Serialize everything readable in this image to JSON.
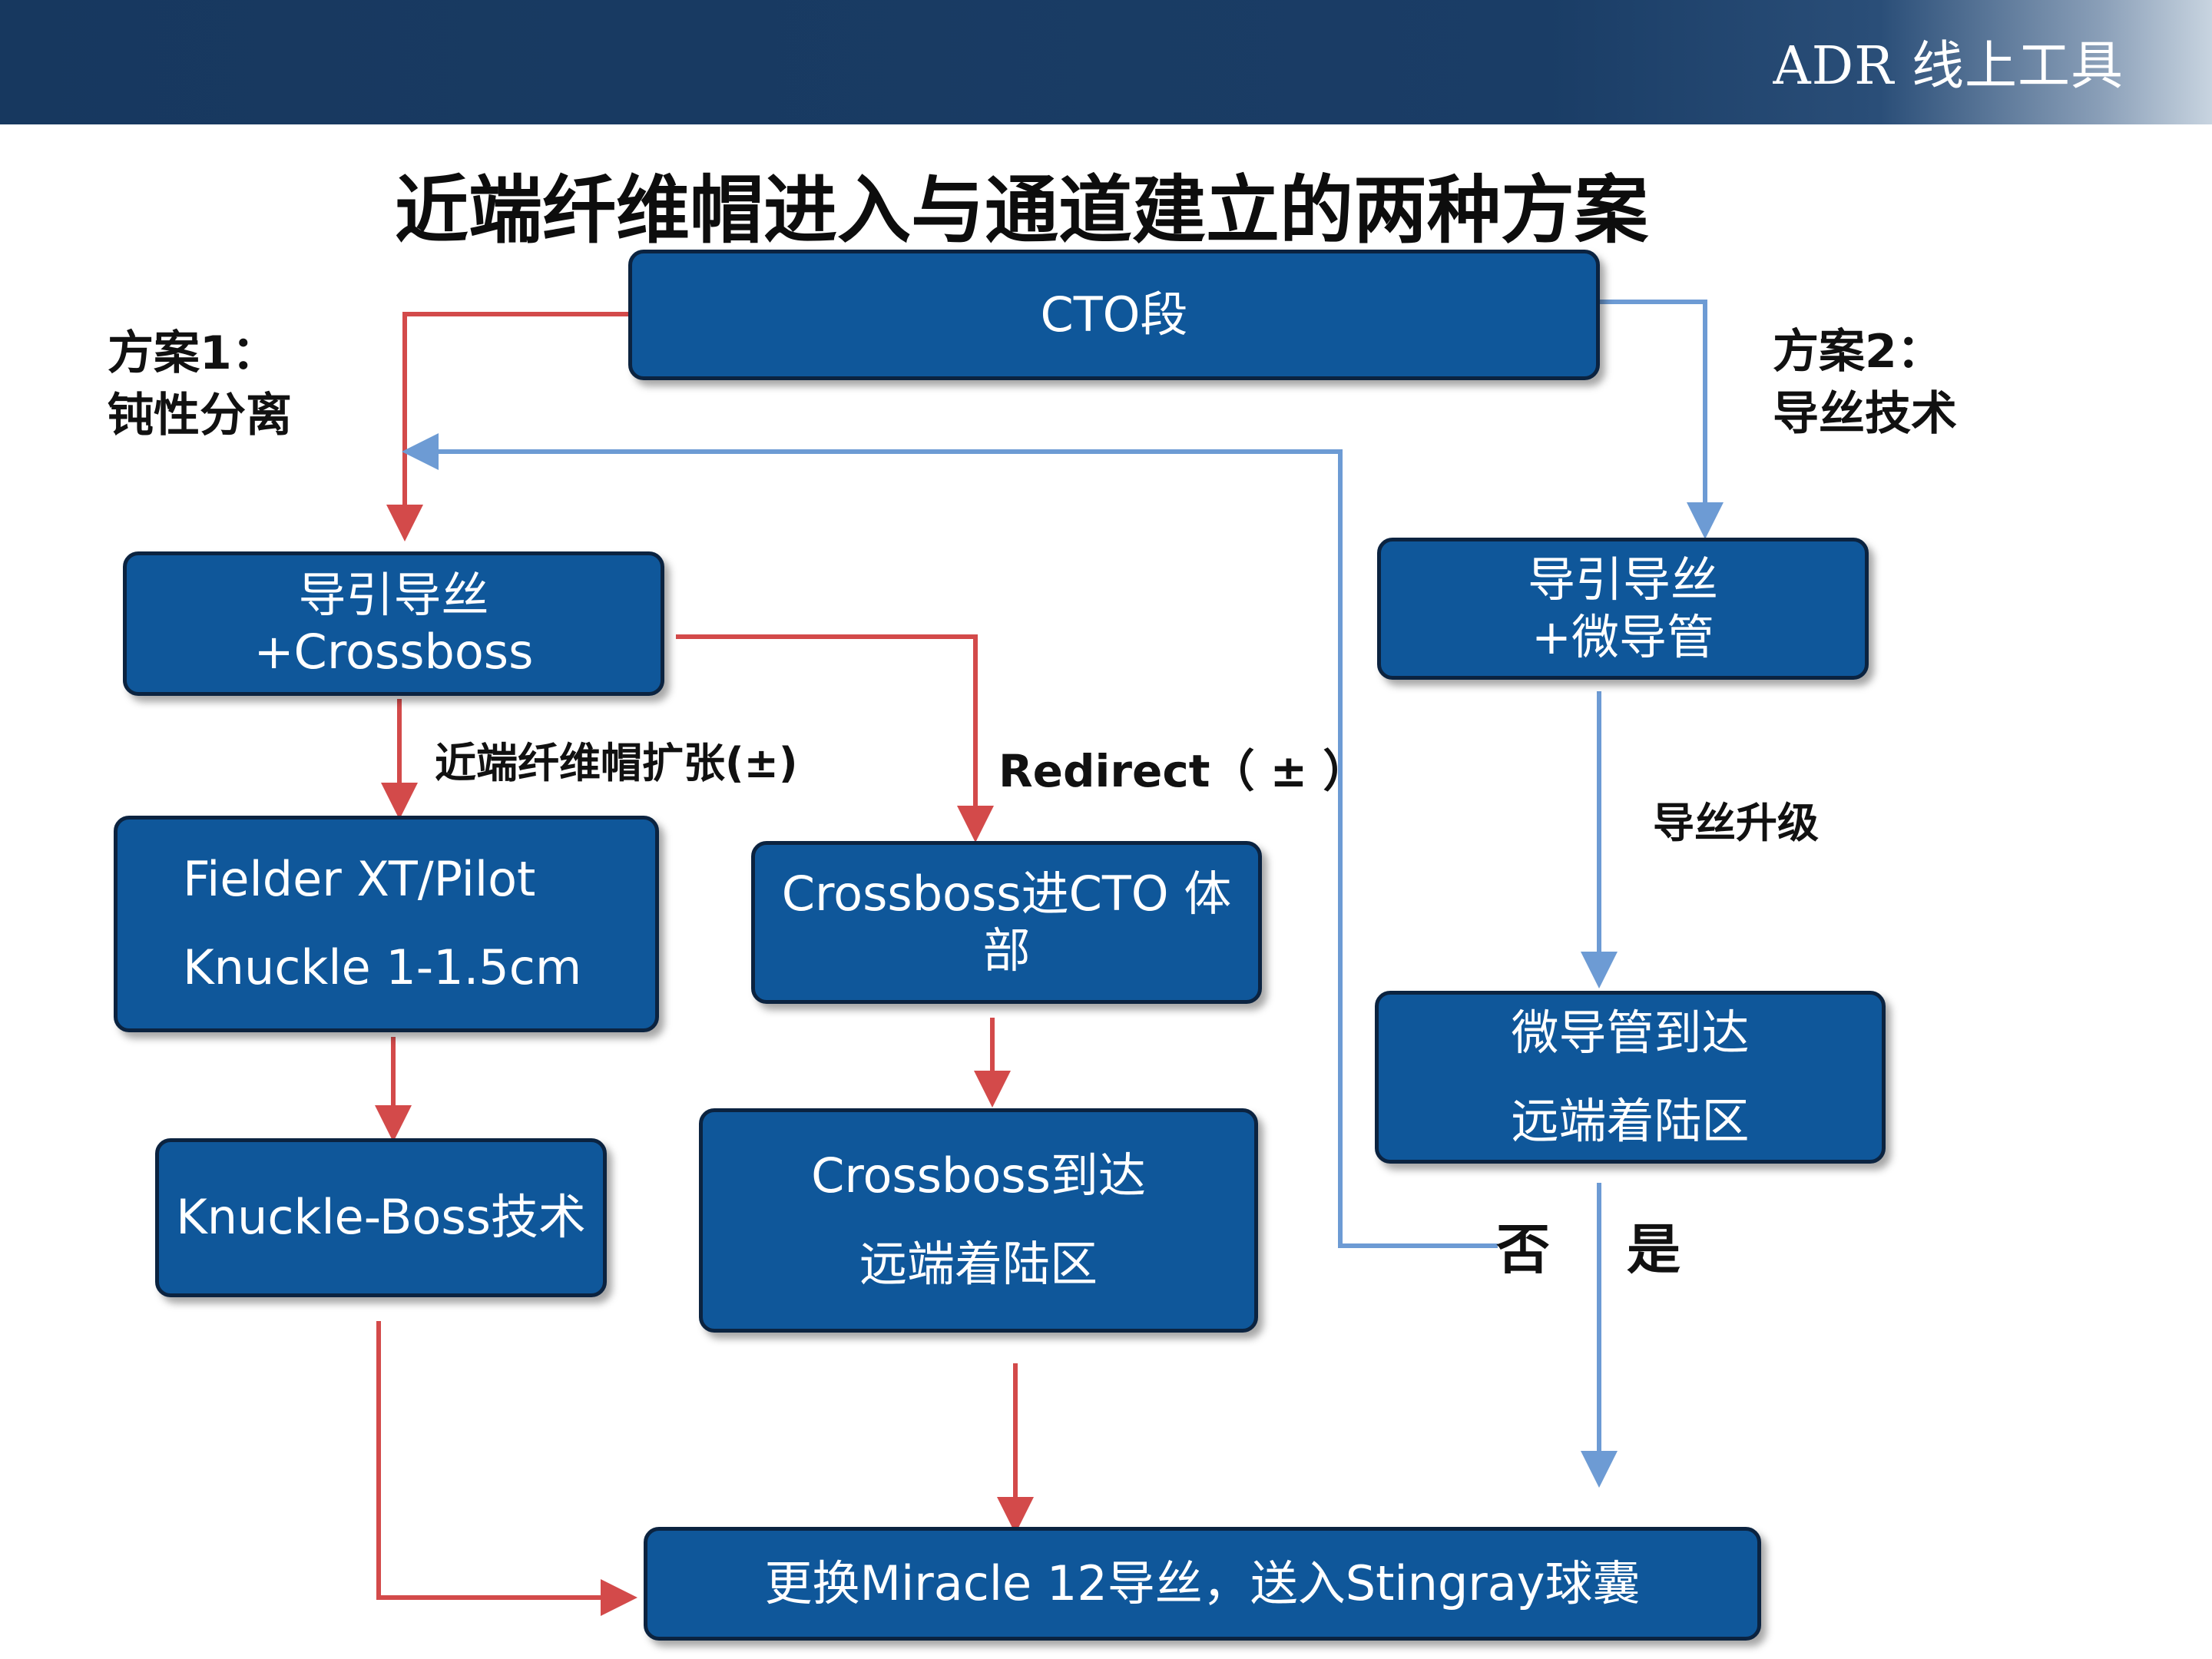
{
  "header": {
    "brand": "ADR 线上工具"
  },
  "title": "近端纤维帽进入与通道建立的两种方案",
  "nodes": {
    "cto": "CTO段",
    "guide_crossboss": [
      "导引导丝",
      "+Crossboss"
    ],
    "guide_micro": [
      "导引导丝",
      "+微导管"
    ],
    "fielder": [
      "Fielder XT/Pilot",
      "Knuckle 1-1.5cm"
    ],
    "crossboss_body": [
      "Crossboss进CTO 体",
      "部"
    ],
    "micro_arrive": [
      "微导管到达",
      "远端着陆区"
    ],
    "knuckle_boss": "Knuckle-Boss技术",
    "crossboss_arrive": [
      "Crossboss到达",
      "远端着陆区"
    ],
    "final": "更换Miracle 12导丝，送入Stingray球囊"
  },
  "labels": {
    "plan1": [
      "方案1：",
      "钝性分离"
    ],
    "plan2": [
      "方案2：",
      "导丝技术"
    ],
    "dilate": "近端纤维帽扩张(±)",
    "redirect": "Redirect（ ± ）",
    "upgrade": "导丝升级",
    "no": "否",
    "yes": "是"
  },
  "colors": {
    "header": "#17385f",
    "box": "#0f579a",
    "red_path": "#d34a4a",
    "blue_path": "#6d9bd4"
  }
}
